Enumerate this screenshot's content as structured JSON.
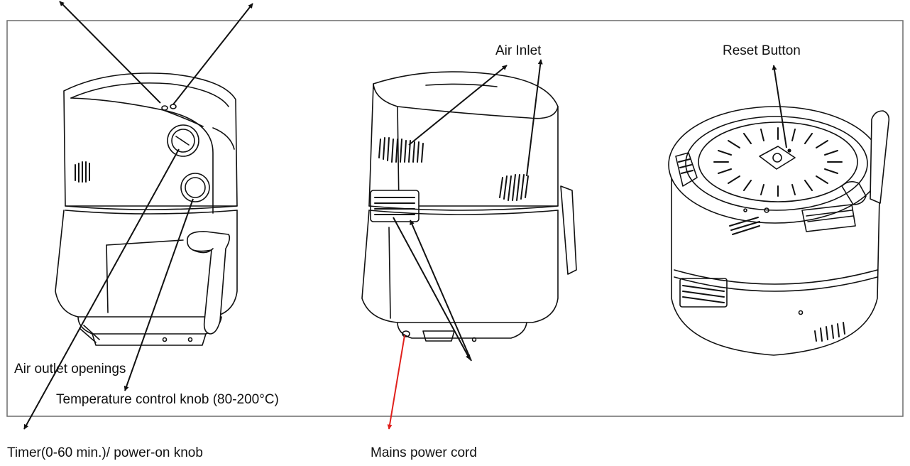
{
  "figure": {
    "labels": {
      "air_inlet": "Air Inlet",
      "reset_button": "Reset Button",
      "air_outlet": "Air outlet openings",
      "temperature_knob": "Temperature control knob (80-200°C)",
      "timer_knob": "Timer(0-60 min.)/ power-on knob",
      "power_cord": "Mains power cord"
    },
    "colors": {
      "line": "#111111",
      "frame": "#6b6b6b",
      "power_cord_arrow": "#e0201c"
    }
  }
}
